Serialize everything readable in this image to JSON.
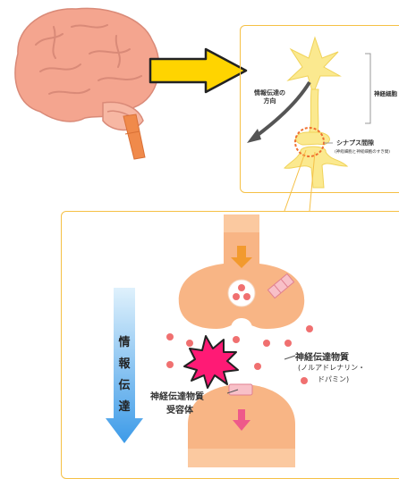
{
  "colors": {
    "frame_border": "#f5c045",
    "arrow_yellow": "#ffd400",
    "brain": "#f4a58f",
    "neuron": "#fbe98f",
    "synapse_body": "#f8b585",
    "transmitter_dot": "#f07070",
    "burst": "#ff1a75",
    "flow_arrow_top": "#dff1fc",
    "flow_arrow_bottom": "#3d9be8"
  },
  "inset": {
    "direction_label_line1": "情報伝達の",
    "direction_label_line2": "方向",
    "neuron_label": "神経細胞",
    "synapse_gap_label": "シナプス間隙",
    "synapse_gap_sub": "(神経細胞と神経細胞のすき間)"
  },
  "detail": {
    "vertical_label": [
      "情",
      "報",
      "伝",
      "達"
    ],
    "transmitter_label": "神経伝達物質",
    "transmitter_sub_line1": "(ノルアドレナリン・",
    "transmitter_sub_line2": "ドパミン)",
    "receptor_label_line1": "神経伝達物質",
    "receptor_label_line2": "受容体"
  }
}
